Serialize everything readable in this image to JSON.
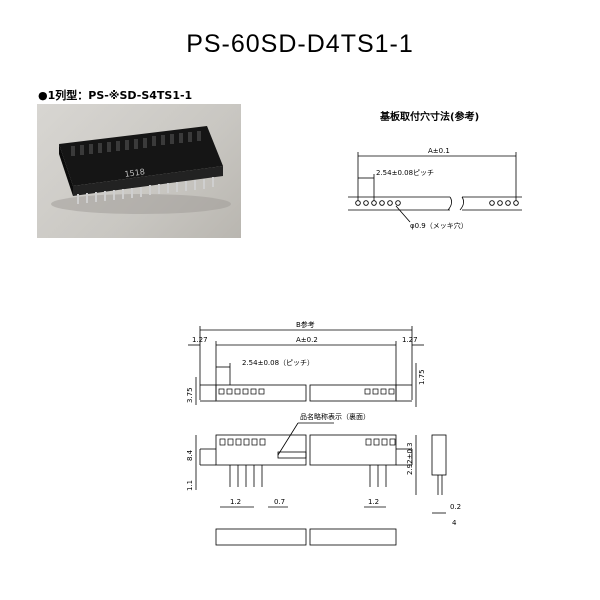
{
  "title": "PS-60SD-D4TS1-1",
  "photo_section": {
    "label": "●1列型：PS-※SD-S4TS1-1",
    "marking": "1518"
  },
  "hole_pattern": {
    "title": "基板取付穴寸法(参考)",
    "dim_a": "A±0.1",
    "pitch": "2.54±0.08ピッチ",
    "hole": "φ0.9（メッキ穴）"
  },
  "drawing": {
    "b_ref": "B参考",
    "a_dim": "A±0.2",
    "pitch": "2.54±0.08（ピッチ）",
    "left_margin": "1.27",
    "right_margin": "1.27",
    "height_left": "3.75",
    "height_right": "1.75",
    "marking_note": "品名略称表示（裏面）",
    "body_height": "8.4",
    "side_height": "2.92±0.3",
    "pin_length": "1.1",
    "pin_width_left": "1.2",
    "gap": "0.7",
    "pin_width_right": "1.2",
    "side_pin": "0.2",
    "side_width": "4"
  }
}
